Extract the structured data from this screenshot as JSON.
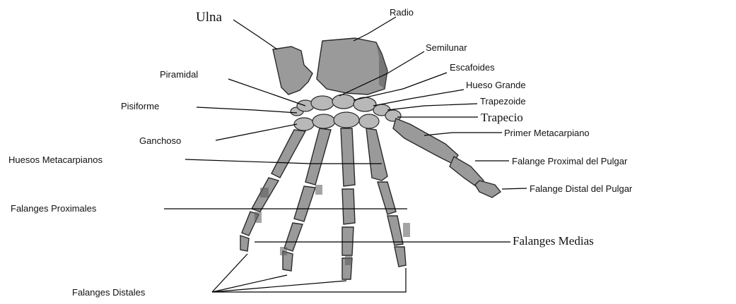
{
  "labels": {
    "ulna": "Ulna",
    "radio": "Radio",
    "semilunar": "Semilunar",
    "escafoides": "Escafoides",
    "piramidal": "Piramidal",
    "hueso_grande": "Hueso Grande",
    "trapezoide": "Trapezoide",
    "pisiforme": "Pisiforme",
    "trapecio": "Trapecio",
    "ganchoso": "Ganchoso",
    "primer_metacarpiano": "Primer Metacarpiano",
    "huesos_metacarpianos": "Huesos Metacarpianos",
    "falange_proximal_pulgar": "Falange Proximal del Pulgar",
    "falange_distal_pulgar": "Falange Distal del Pulgar",
    "falanges_proximales": "Falanges Proximales",
    "falanges_medias": "Falanges Medias",
    "falanges_distales": "Falanges Distales"
  },
  "colors": {
    "bone": "#9a9a9a",
    "bone_light": "#b8b8b8",
    "outline": "#2a2a2a",
    "leader": "#000000"
  }
}
